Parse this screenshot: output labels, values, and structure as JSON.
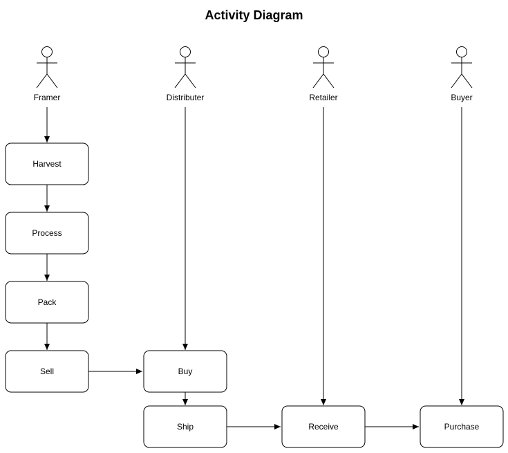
{
  "title": "Activity Diagram",
  "actors": [
    {
      "id": "framer",
      "label": "Framer"
    },
    {
      "id": "distributer",
      "label": "Distributer"
    },
    {
      "id": "retailer",
      "label": "Retailer"
    },
    {
      "id": "buyer",
      "label": "Buyer"
    }
  ],
  "activities": [
    {
      "id": "harvest",
      "label": "Harvest"
    },
    {
      "id": "process",
      "label": "Process"
    },
    {
      "id": "pack",
      "label": "Pack"
    },
    {
      "id": "sell",
      "label": "Sell"
    },
    {
      "id": "buy",
      "label": "Buy"
    },
    {
      "id": "ship",
      "label": "Ship"
    },
    {
      "id": "receive",
      "label": "Receive"
    },
    {
      "id": "purchase",
      "label": "Purchase"
    }
  ],
  "edges": [
    {
      "from": "framer",
      "to": "harvest"
    },
    {
      "from": "harvest",
      "to": "process"
    },
    {
      "from": "process",
      "to": "pack"
    },
    {
      "from": "pack",
      "to": "sell"
    },
    {
      "from": "sell",
      "to": "buy"
    },
    {
      "from": "distributer",
      "to": "buy"
    },
    {
      "from": "buy",
      "to": "ship"
    },
    {
      "from": "ship",
      "to": "receive"
    },
    {
      "from": "retailer",
      "to": "receive"
    },
    {
      "from": "receive",
      "to": "purchase"
    },
    {
      "from": "buyer",
      "to": "purchase"
    }
  ]
}
